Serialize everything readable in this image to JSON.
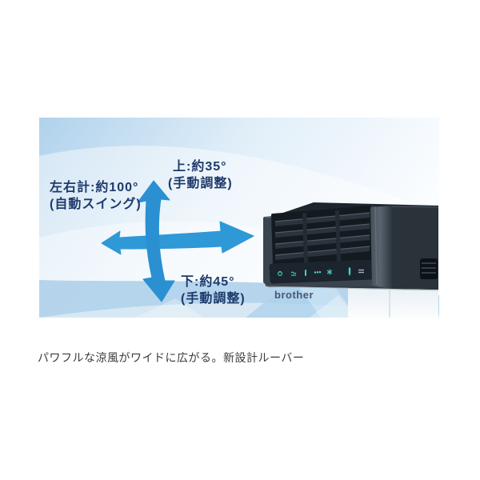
{
  "figure": {
    "labels": {
      "up": {
        "line1": "上:約35°",
        "line2": "(手動調整)"
      },
      "swing": {
        "line1": "左右計:約100°",
        "line2": "(自動スイング)"
      },
      "down": {
        "line1": "下:約45°",
        "line2": "(手動調整)"
      }
    },
    "device": {
      "brand": "brother",
      "panel_icons": [
        "power-indicator-icon",
        "swing-indicator-icon",
        "timer-indicator-icon",
        "dots-indicator-icon",
        "breeze-indicator-icon",
        "drop-indicator-icon",
        "mode-text-indicator"
      ]
    },
    "colors": {
      "arrow_blue": "#2f98d7",
      "label_navy": "#1e3a6c",
      "background_blue": "#b7d7ef",
      "device_dark": "#2b343d",
      "panel_icon_teal": "#45d1c8"
    }
  },
  "caption": {
    "text": "パワフルな涼風がワイドに広がる。新設計ルーバー"
  }
}
